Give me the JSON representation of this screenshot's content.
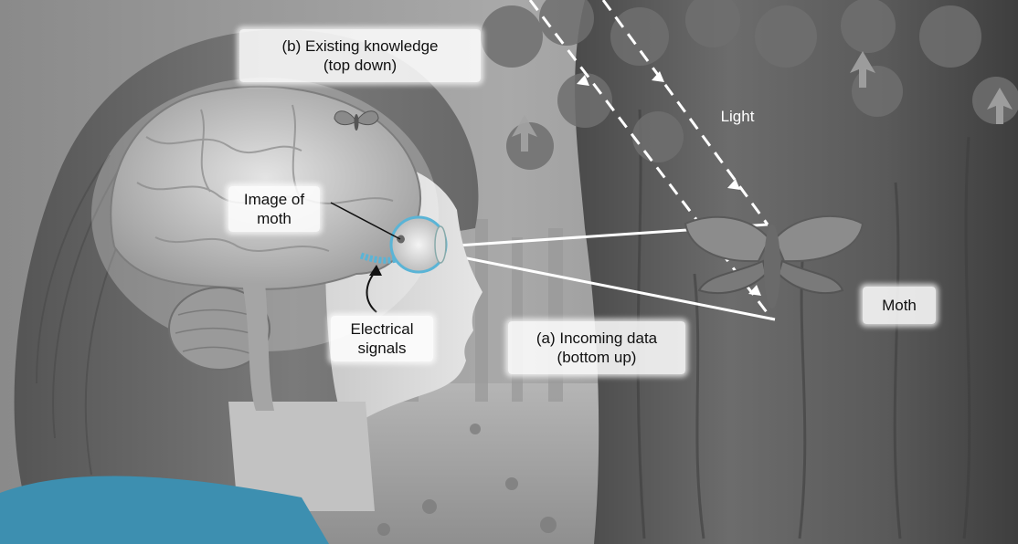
{
  "labels": {
    "existing_knowledge": [
      "(b) Existing knowledge",
      "(top down)"
    ],
    "image_of_moth": [
      "Image of",
      "moth"
    ],
    "electrical_signals": [
      "Electrical",
      "signals"
    ],
    "incoming_data": [
      "(a) Incoming data",
      "(bottom up)"
    ],
    "light": "Light",
    "moth": "Moth"
  },
  "colors": {
    "optic_nerve": "#5ab4d6",
    "shirt": "#3d8fb0",
    "ray": "#ffffff",
    "text": "#111111"
  },
  "icons": [
    "brain-illustration",
    "eye-illustration",
    "moth-illustration",
    "tree-trunk",
    "leaves"
  ]
}
